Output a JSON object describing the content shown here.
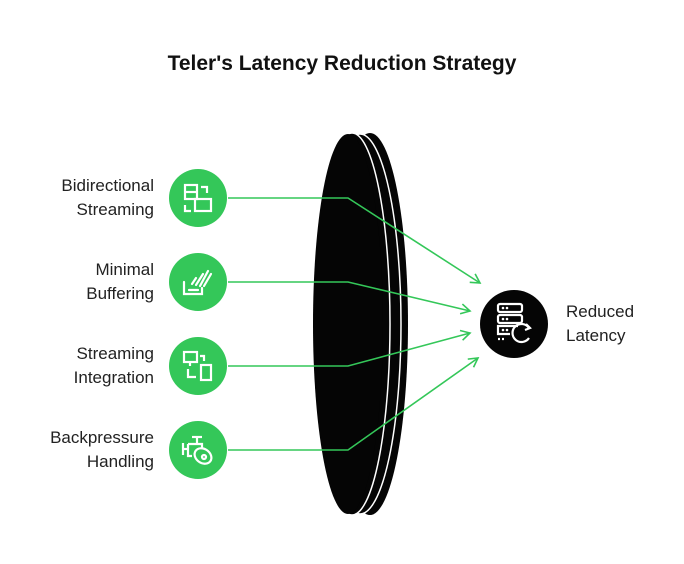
{
  "title": "Teler's Latency Reduction Strategy",
  "inputs": [
    {
      "line1": "Bidirectional",
      "line2": "Streaming",
      "icon": "bidirectional-stream-icon"
    },
    {
      "line1": "Minimal",
      "line2": "Buffering",
      "icon": "buffer-icon"
    },
    {
      "line1": "Streaming",
      "line2": "Integration",
      "icon": "device-sync-icon"
    },
    {
      "line1": "Backpressure",
      "line2": "Handling",
      "icon": "valve-icon"
    }
  ],
  "output": {
    "line1": "Reduced",
    "line2": "Latency",
    "icon": "server-refresh-icon"
  },
  "colors": {
    "accent": "#34c759",
    "dark": "#050505"
  }
}
